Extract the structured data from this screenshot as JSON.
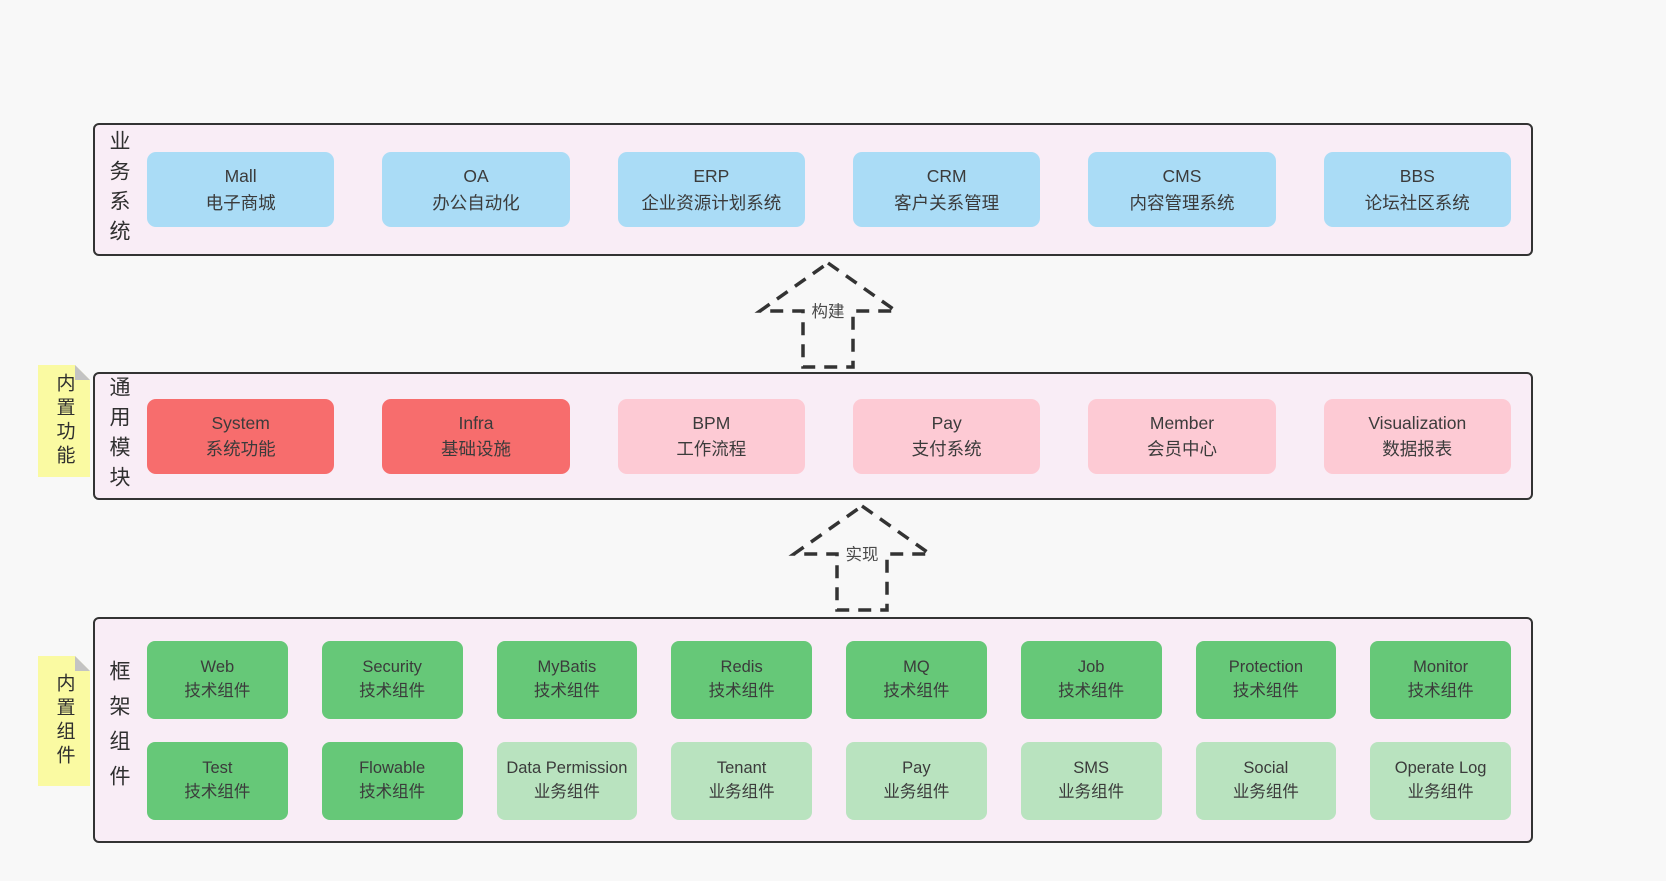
{
  "bands": [
    {
      "label": "业务系统",
      "boxes": [
        {
          "title": "Mall",
          "subtitle": "电子商城"
        },
        {
          "title": "OA",
          "subtitle": "办公自动化"
        },
        {
          "title": "ERP",
          "subtitle": "企业资源计划系统"
        },
        {
          "title": "CRM",
          "subtitle": "客户关系管理"
        },
        {
          "title": "CMS",
          "subtitle": "内容管理系统"
        },
        {
          "title": "BBS",
          "subtitle": "论坛社区系统"
        }
      ]
    },
    {
      "label": "通用模块",
      "sticky_label": "内置功能",
      "boxes": [
        {
          "title": "System",
          "subtitle": "系统功能"
        },
        {
          "title": "Infra",
          "subtitle": "基础设施"
        },
        {
          "title": "BPM",
          "subtitle": "工作流程"
        },
        {
          "title": "Pay",
          "subtitle": "支付系统"
        },
        {
          "title": "Member",
          "subtitle": "会员中心"
        },
        {
          "title": "Visualization",
          "subtitle": "数据报表"
        }
      ]
    },
    {
      "label": "框架组件",
      "sticky_label": "内置组件",
      "rows": [
        [
          {
            "title": "Web",
            "subtitle": "技术组件"
          },
          {
            "title": "Security",
            "subtitle": "技术组件"
          },
          {
            "title": "MyBatis",
            "subtitle": "技术组件"
          },
          {
            "title": "Redis",
            "subtitle": "技术组件"
          },
          {
            "title": "MQ",
            "subtitle": "技术组件"
          },
          {
            "title": "Job",
            "subtitle": "技术组件"
          },
          {
            "title": "Protection",
            "subtitle": "技术组件"
          },
          {
            "title": "Monitor",
            "subtitle": "技术组件"
          }
        ],
        [
          {
            "title": "Test",
            "subtitle": "技术组件"
          },
          {
            "title": "Flowable",
            "subtitle": "技术组件"
          },
          {
            "title": "Data Permission",
            "subtitle": "业务组件"
          },
          {
            "title": "Tenant",
            "subtitle": "业务组件"
          },
          {
            "title": "Pay",
            "subtitle": "业务组件"
          },
          {
            "title": "SMS",
            "subtitle": "业务组件"
          },
          {
            "title": "Social",
            "subtitle": "业务组件"
          },
          {
            "title": "Operate Log",
            "subtitle": "业务组件"
          }
        ]
      ]
    }
  ],
  "arrows": [
    {
      "label": "构建"
    },
    {
      "label": "实现"
    }
  ],
  "colors": {
    "page_background": "#f8f8f8",
    "band_background": "#f9edf6",
    "band_border": "#333333",
    "business_system_box": "#aadcf6",
    "core_module_box": "#f76d6d",
    "optional_module_box": "#fdcad4",
    "tech_component_box": "#66c878",
    "biz_component_box": "#b9e3bf",
    "sticky_note": "#fafaa2",
    "text": "#3b3b3b"
  }
}
